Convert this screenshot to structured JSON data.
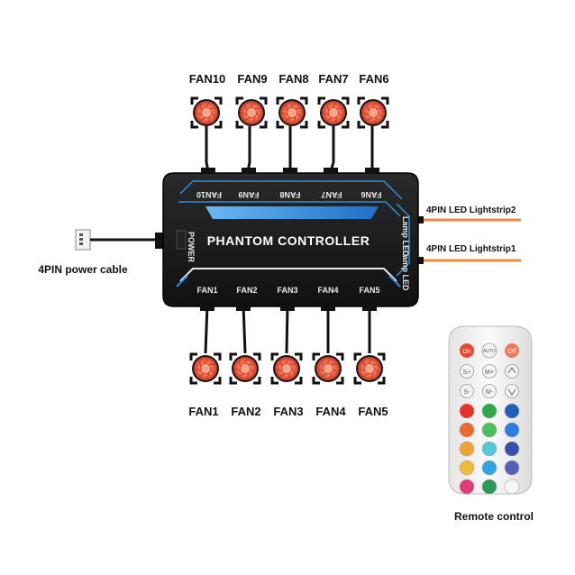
{
  "controller": {
    "title": "PHANTOM CONTROLLER",
    "top_ports": [
      "FAN10",
      "FAN9",
      "FAN8",
      "FAN7",
      "FAN6"
    ],
    "bottom_ports": [
      "FAN1",
      "FAN2",
      "FAN3",
      "FAN4",
      "FAN5"
    ],
    "side_ports": [
      "Lamp LED",
      "Lamp LED"
    ],
    "power_port": "POWER"
  },
  "labels": {
    "top_fans": [
      "FAN10",
      "FAN9",
      "FAN8",
      "FAN7",
      "FAN6"
    ],
    "bottom_fans": [
      "FAN1",
      "FAN2",
      "FAN3",
      "FAN4",
      "FAN5"
    ],
    "lightstrip2": "4PIN LED Lightstrip2",
    "lightstrip1": "4PIN LED Lightstrip1",
    "power_cable": "4PIN power cable",
    "remote": "Remote control"
  },
  "remote": {
    "row1": [
      "On",
      "AUTO",
      "Off"
    ],
    "row2": [
      "S+",
      "M+"
    ],
    "row3": [
      "S-",
      "M-"
    ]
  },
  "colors": {
    "fan_ring": "#f26b4a",
    "lightstrip_cable": "#f08a45",
    "controller_accent": "#2f8de0",
    "controller_body": "#1a1a1a",
    "remote_on": "#e8482e",
    "remote_off": "#f07a58"
  }
}
